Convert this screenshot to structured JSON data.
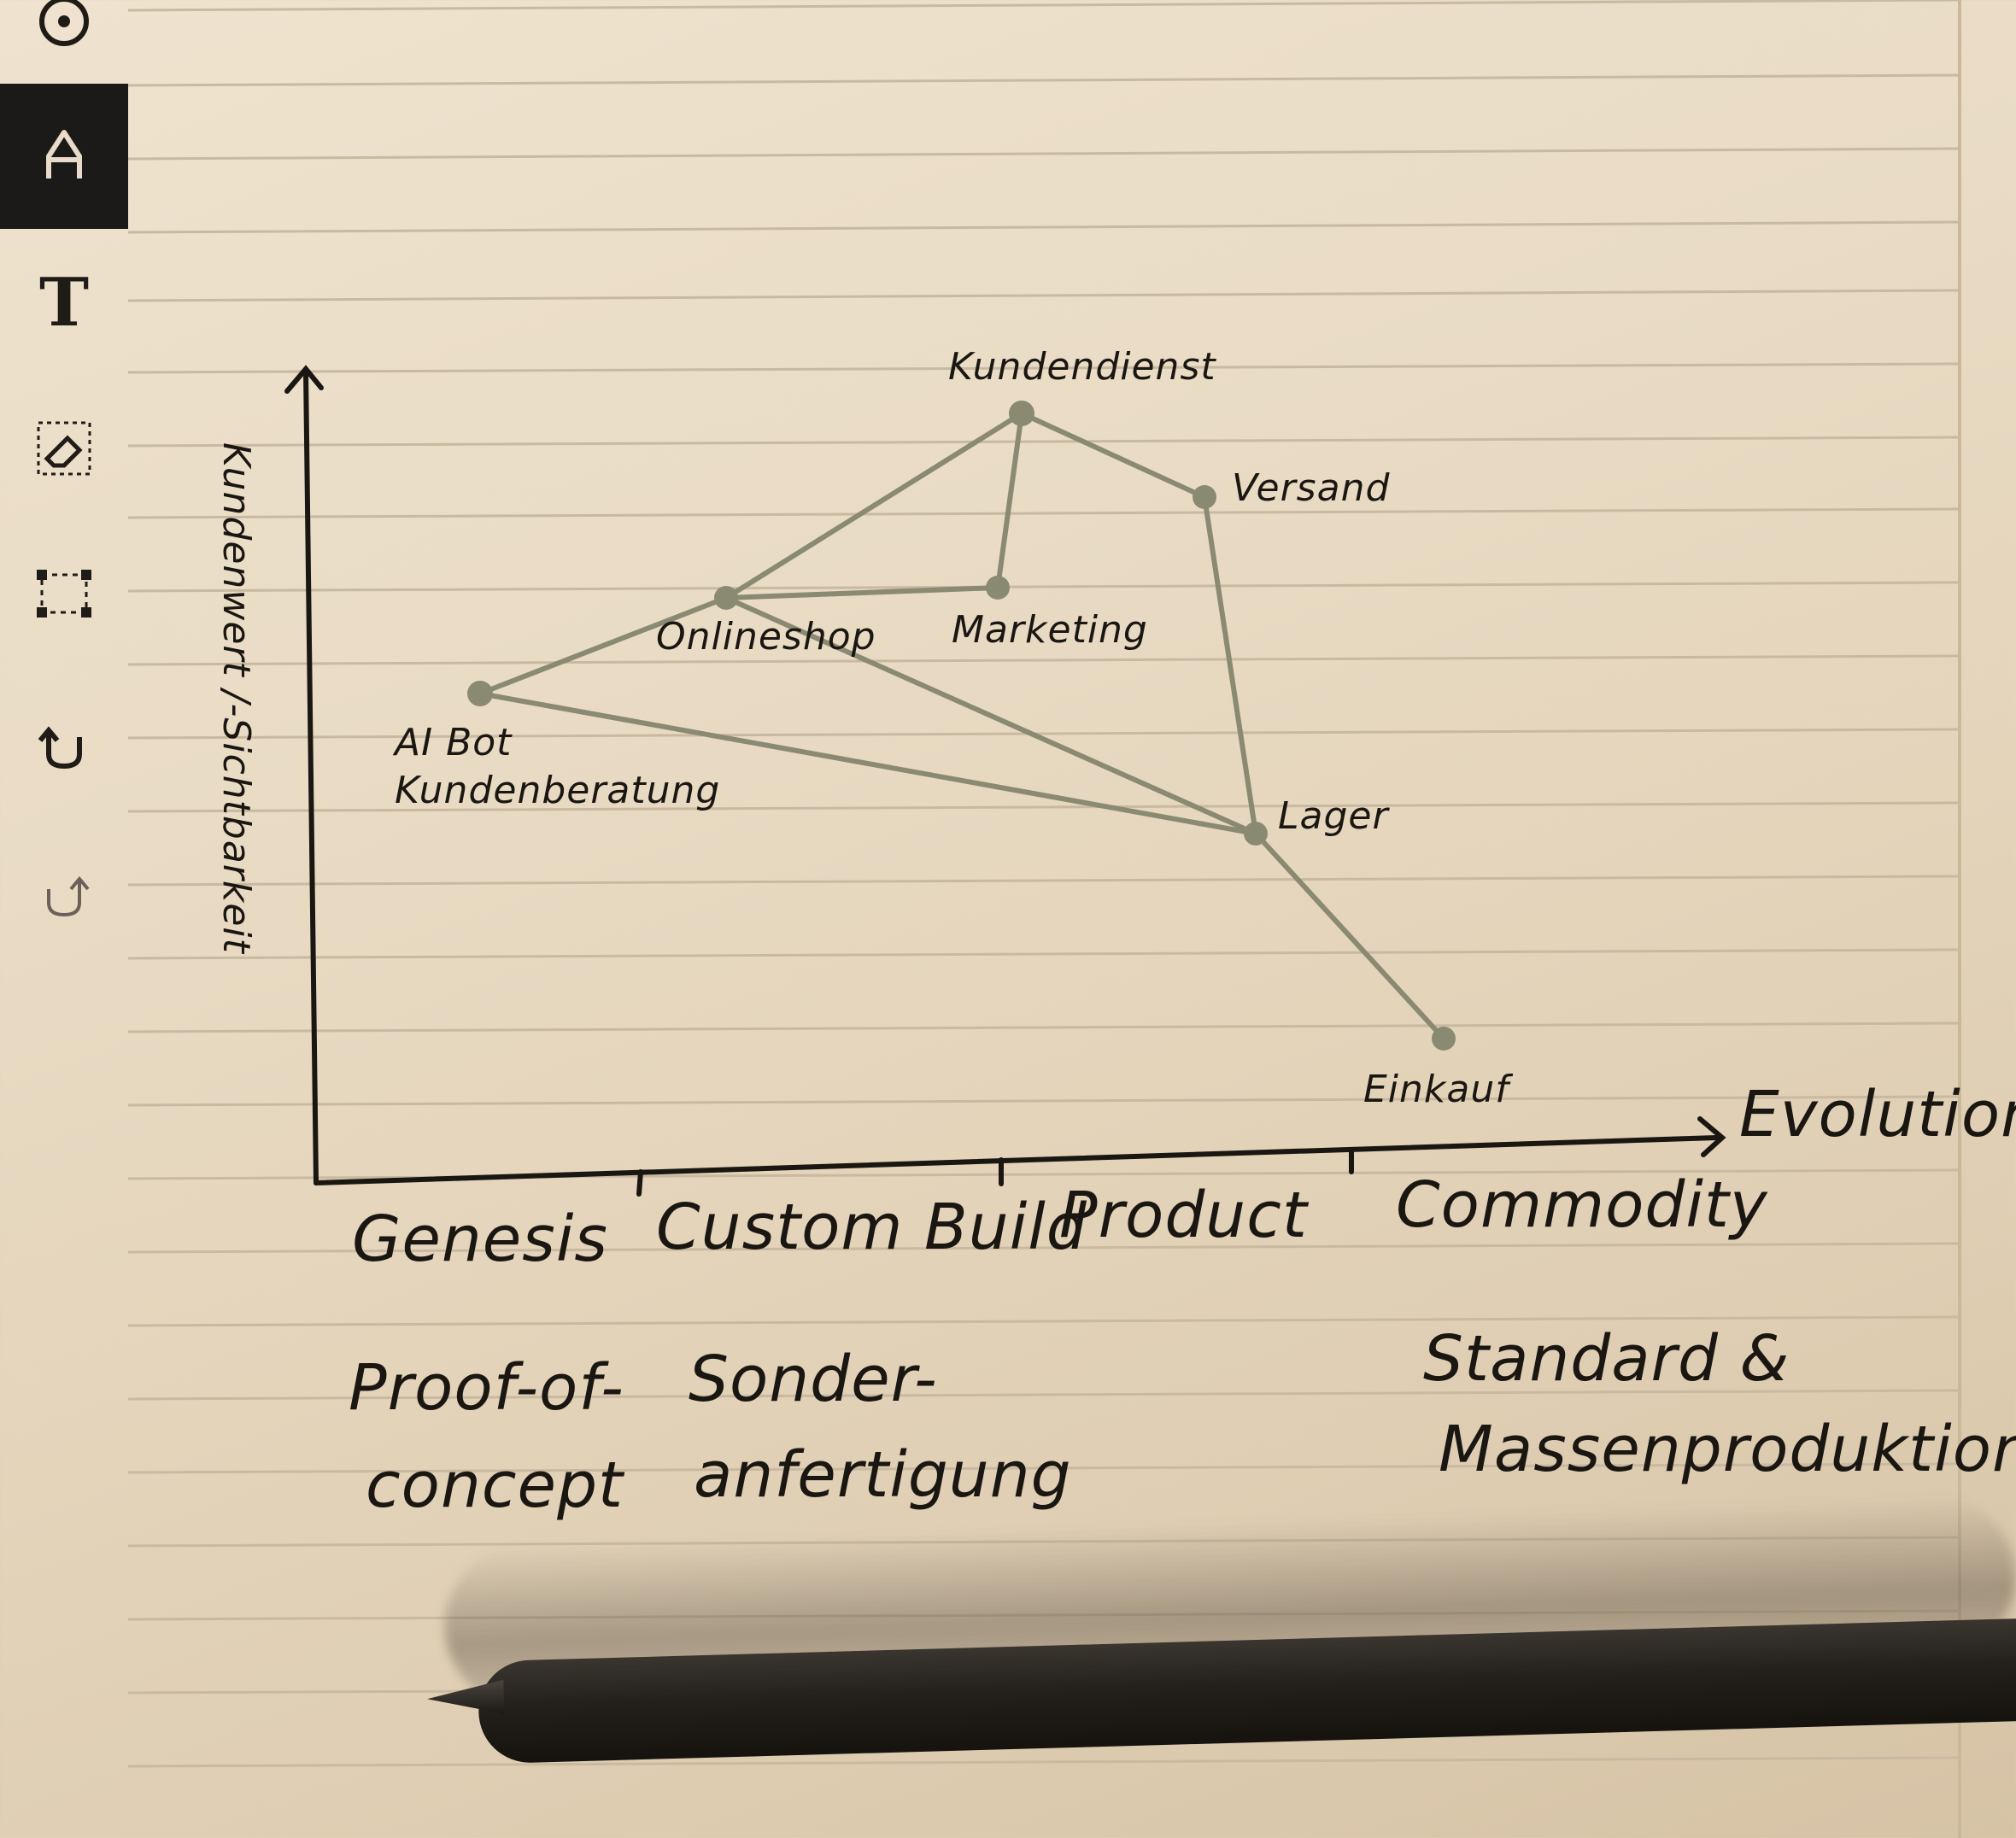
{
  "toolbar": {
    "tools": [
      {
        "name": "mode-icon"
      },
      {
        "name": "pen-icon",
        "active": true
      },
      {
        "name": "text-tool-icon",
        "glyph": "T"
      },
      {
        "name": "eraser-icon"
      },
      {
        "name": "selection-icon"
      },
      {
        "name": "undo-icon"
      },
      {
        "name": "redo-icon"
      }
    ]
  },
  "note": {
    "y_axis_label": "Kundenwert /-Sichtbarkeit",
    "x_axis_label": "Evolution",
    "stages": [
      "Genesis",
      "Custom Build",
      "Product",
      "Commodity"
    ],
    "stage_notes": [
      "Proof-of-concept",
      "Sonder-anfertigung",
      "",
      "Standard & Massenproduktion"
    ],
    "nodes": [
      {
        "label": "Kundendienst"
      },
      {
        "label": "Versand"
      },
      {
        "label": "Onlineshop"
      },
      {
        "label": "Marketing"
      },
      {
        "label": "AI Bot Kundenberatung"
      },
      {
        "label": "Lager"
      },
      {
        "label": "Einkauf"
      }
    ]
  },
  "colors": {
    "paper": "#e8dac2",
    "ink": "#1a1612",
    "map_lines": "#8a8a72",
    "ruled_lines": "#c8b9a0",
    "toolbar_active": "#1c1a18"
  }
}
